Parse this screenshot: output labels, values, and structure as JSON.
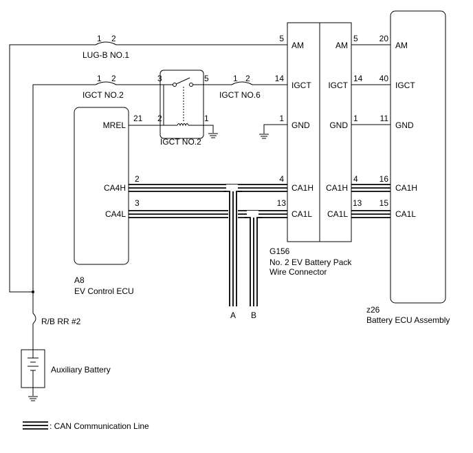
{
  "fuses": {
    "lugb": {
      "pin1": "1",
      "pin2": "2",
      "label": "LUG-B NO.1"
    },
    "igct2": {
      "pin1": "1",
      "pin2": "2",
      "label": "IGCT NO.2"
    },
    "igct6": {
      "pin1": "1",
      "pin2": "2",
      "label": "IGCT NO.6"
    },
    "rbrr2": {
      "label": "R/B RR #2"
    }
  },
  "relay": {
    "pin3": "3",
    "pin5": "5",
    "pin2": "2",
    "pin1": "1",
    "label": "IGCT NO.2"
  },
  "ev_ecu": {
    "code": "A8",
    "name": "EV Control ECU",
    "terminals": {
      "mrel": "MREL",
      "ca4h": "CA4H",
      "ca4l": "CA4L"
    },
    "pins": {
      "mrel": "21",
      "ca4h": "2",
      "ca4l": "3"
    }
  },
  "connector": {
    "code": "G156",
    "name_line1": "No. 2 EV Battery Pack",
    "name_line2": "Wire Connector",
    "left": {
      "pins": {
        "am": "5",
        "igct": "14",
        "gnd": "1",
        "ca1h": "4",
        "ca1l": "13"
      },
      "terminals": {
        "am": "AM",
        "igct": "IGCT",
        "gnd": "GND",
        "ca1h": "CA1H",
        "ca1l": "CA1L"
      }
    },
    "right": {
      "pins": {
        "am": "5",
        "igct": "14",
        "gnd": "1",
        "ca1h": "4",
        "ca1l": "13"
      },
      "terminals": {
        "am": "AM",
        "igct": "IGCT",
        "gnd": "GND",
        "ca1h": "CA1H",
        "ca1l": "CA1L"
      }
    }
  },
  "battery_ecu": {
    "code": "z26",
    "name": "Battery ECU Assembly",
    "pins": {
      "am": "20",
      "igct": "40",
      "gnd": "11",
      "ca1h": "16",
      "ca1l": "15"
    },
    "terminals": {
      "am": "AM",
      "igct": "IGCT",
      "gnd": "GND",
      "ca1h": "CA1H",
      "ca1l": "CA1L"
    }
  },
  "bus_branches": {
    "a": "A",
    "b": "B"
  },
  "battery": {
    "label": "Auxiliary Battery"
  },
  "legend": {
    "label": ": CAN Communication Line"
  }
}
